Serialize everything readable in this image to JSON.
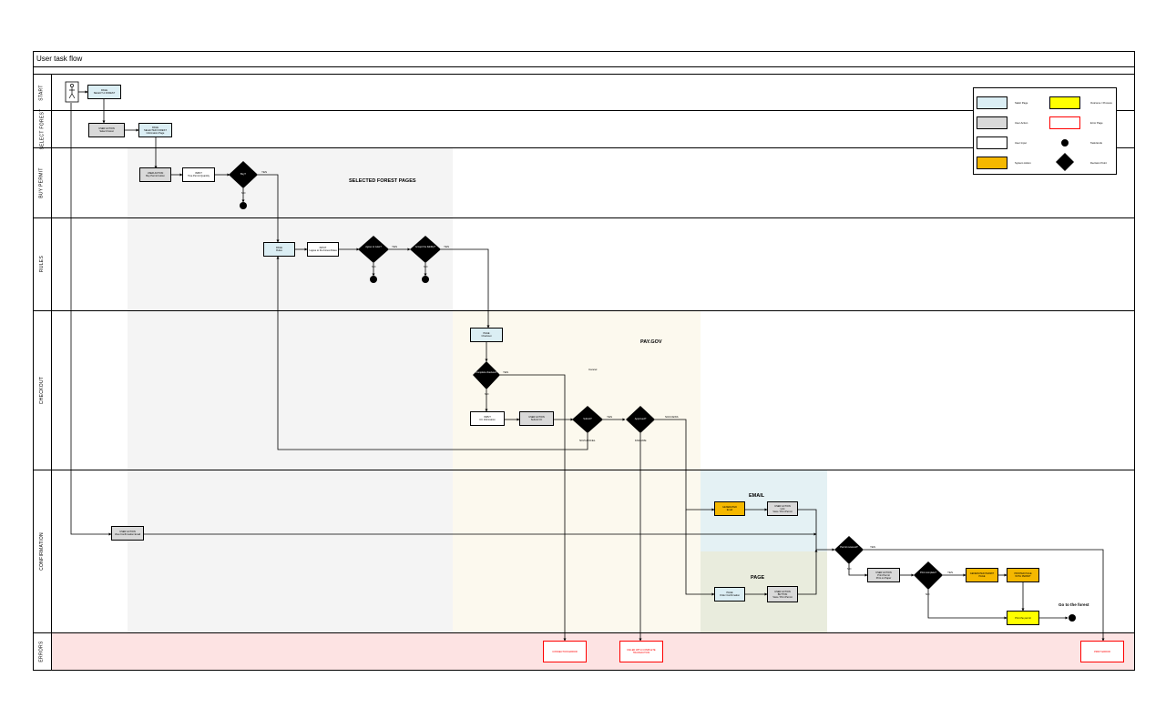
{
  "diagram": {
    "title": "User task flow",
    "lanes": [
      {
        "id": "start",
        "label": "START"
      },
      {
        "id": "select-forest",
        "label": "SELECT FOREST"
      },
      {
        "id": "buy-permit",
        "label": "BUY PERMIT"
      },
      {
        "id": "rules",
        "label": "RULES"
      },
      {
        "id": "checkout",
        "label": "CHECKOUT"
      },
      {
        "id": "confirmation",
        "label": "CONFIRMATION"
      },
      {
        "id": "errors",
        "label": "ERRORS"
      }
    ],
    "regions": {
      "selected_forest": "SELECTED FOREST PAGES",
      "paygov": "PAY.GOV",
      "email": "EMAIL",
      "page": "PAGE"
    },
    "nodes": {
      "select_forest_page": [
        "PAGE",
        "SELECT A FOREST"
      ],
      "select_forest_action": [
        "USER ACTION",
        "Select Forest"
      ],
      "forest_info_page": [
        "PAGE",
        "SELECTED FOREST",
        "Information Page"
      ],
      "buy_permit_action": [
        "USER ACTION",
        "Buy Permit button"
      ],
      "permit_type_input": [
        "INPUT",
        "Tree Permit Quantity"
      ],
      "rules_page": [
        "PAGE",
        "Rules"
      ],
      "agree_rules_input": [
        "INPUT",
        "I agree to the Forest Rules"
      ],
      "checkout_page": [
        "PAGE",
        "Checkout"
      ],
      "cc_input": [
        "INPUT",
        "CC Information"
      ],
      "submit_cc_action": [
        "USER ACTION",
        "Submit CC"
      ],
      "confirm_action": [
        "USER ACTION",
        "View Confirmation Email"
      ],
      "generated_email": [
        "GENERATED",
        "Email"
      ],
      "email_action": [
        "USER ACTION",
        "Link",
        "View / Print Permit"
      ],
      "confirm_page": [
        "PAGE",
        "Order Confirmation"
      ],
      "page_action": [
        "USER ACTION",
        "BUTTON",
        "View / Print Permit"
      ],
      "print_action": [
        "USER ACTION",
        "Print Permit",
        "Print on Paper"
      ],
      "generated_permit": [
        "GENERATED PERMIT",
        "PAGE"
      ],
      "printed_permit": [
        "PRINTED PAGE",
        "WITH PERMIT"
      ],
      "permit_ready": [
        "Print the permit"
      ],
      "error_cc": [
        "CONNECTION ERROR"
      ],
      "error_paygov": [
        "FAILED WITH COMPLETE",
        "TRANSACTION"
      ],
      "error_print": [
        "PRINT ERROR"
      ]
    },
    "decisions": {
      "accept_buy": "Buy?",
      "agree_rules": "Agree to rules?",
      "accept_liability": "Accept the liability?",
      "complete_checkout": "Complete checkout?",
      "submit_cc": "Submit?",
      "approved": "Approved?",
      "permit_received": "Permit received?",
      "print_done": "Print complete?"
    },
    "flow_labels": {
      "yes": "YES",
      "no": "NO",
      "no_cancel": "NO/CANCEL",
      "success": "SUCCESS",
      "failure": "FAILURE",
      "cancel_note": "Cancel"
    },
    "end_note": "Go to the forest",
    "legend": [
      {
        "label": "Static Page",
        "kind": "page"
      },
      {
        "label": "Outcome / Process",
        "kind": "outcome"
      },
      {
        "label": "User Action",
        "kind": "user"
      },
      {
        "label": "Error Page",
        "kind": "error"
      },
      {
        "label": "User Input",
        "kind": "input"
      },
      {
        "label": "Task Ends",
        "kind": "end"
      },
      {
        "label": "System Action",
        "kind": "system"
      },
      {
        "label": "Decision Point",
        "kind": "decision"
      }
    ],
    "colors": {
      "page": "#dbeef4",
      "user_action": "#d9d9d9",
      "system": "#f5b800",
      "outcome": "#ffff00",
      "error": "#ff0000",
      "selected_forest_bg": "#f4f4f4",
      "paygov_bg": "#fcf9ee",
      "email_bg": "#e4f1f4",
      "page_region_bg": "#e9ecdd",
      "errors_lane_bg": "#fde3e3"
    }
  }
}
